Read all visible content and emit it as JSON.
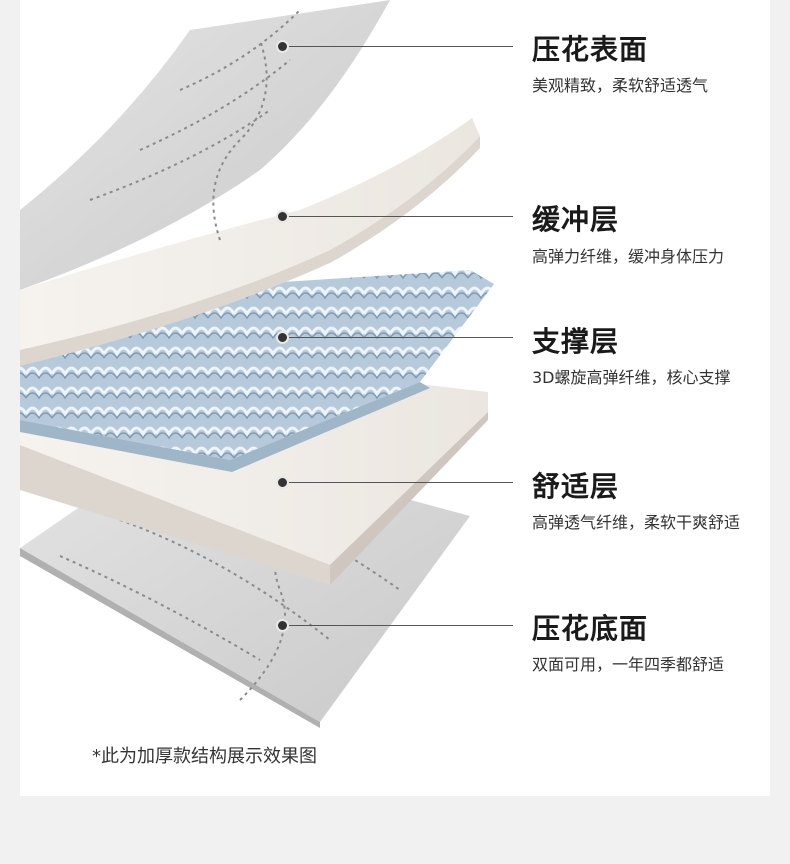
{
  "layers": [
    {
      "title": "压花表面",
      "desc": "美观精致，柔软舒适透气"
    },
    {
      "title": "缓冲层",
      "desc": "高弹力纤维，缓冲身体压力"
    },
    {
      "title": "支撑层",
      "desc": "3D螺旋高弹纤维，核心支撑"
    },
    {
      "title": "舒适层",
      "desc": "高弹透气纤维，柔软干爽舒适"
    },
    {
      "title": "压花底面",
      "desc": "双面可用，一年四季都舒适"
    }
  ],
  "footnote": "*此为加厚款结构展示效果图",
  "colors": {
    "quilted_fabric": "#d6d6d6",
    "foam_layer": "#f1ede8",
    "spring_layer": "#b6c9d9",
    "stitch": "#8a8a8a"
  }
}
